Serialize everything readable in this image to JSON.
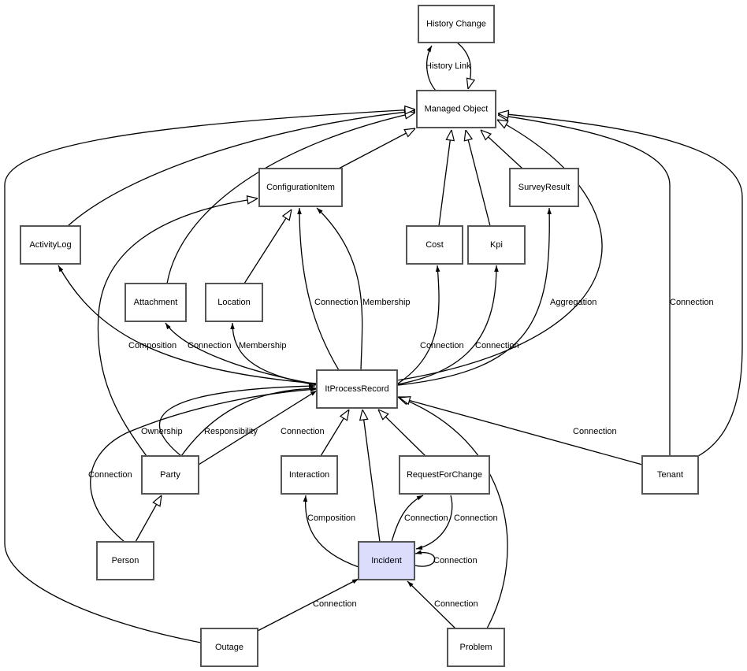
{
  "diagram": {
    "title": "",
    "colors": {
      "node_fill": "#ffffff",
      "highlight_fill": "#dcdcfc",
      "node_border": "#555555",
      "edge": "#000000"
    },
    "nodes": [
      {
        "id": "history_change",
        "label": "History Change",
        "highlight": false
      },
      {
        "id": "managed_object",
        "label": "Managed Object",
        "highlight": false
      },
      {
        "id": "configuration_item",
        "label": "ConfigurationItem",
        "highlight": false
      },
      {
        "id": "survey_result",
        "label": "SurveyResult",
        "highlight": false
      },
      {
        "id": "activity_log",
        "label": "ActivityLog",
        "highlight": false
      },
      {
        "id": "cost",
        "label": "Cost",
        "highlight": false
      },
      {
        "id": "kpi",
        "label": "Kpi",
        "highlight": false
      },
      {
        "id": "attachment",
        "label": "Attachment",
        "highlight": false
      },
      {
        "id": "location",
        "label": "Location",
        "highlight": false
      },
      {
        "id": "it_process_record",
        "label": "ItProcessRecord",
        "highlight": false
      },
      {
        "id": "party",
        "label": "Party",
        "highlight": false
      },
      {
        "id": "interaction",
        "label": "Interaction",
        "highlight": false
      },
      {
        "id": "request_for_change",
        "label": "RequestForChange",
        "highlight": false
      },
      {
        "id": "tenant",
        "label": "Tenant",
        "highlight": false
      },
      {
        "id": "person",
        "label": "Person",
        "highlight": false
      },
      {
        "id": "incident",
        "label": "Incident",
        "highlight": true
      },
      {
        "id": "outage",
        "label": "Outage",
        "highlight": false
      },
      {
        "id": "problem",
        "label": "Problem",
        "highlight": false
      }
    ],
    "edges": [
      {
        "from": "managed_object",
        "to": "history_change",
        "label": "History Link",
        "arrow": "filled"
      },
      {
        "from": "history_change",
        "to": "managed_object",
        "label": "",
        "arrow": "hollow"
      },
      {
        "from": "configuration_item",
        "to": "managed_object",
        "label": "",
        "arrow": "hollow"
      },
      {
        "from": "cost",
        "to": "managed_object",
        "label": "",
        "arrow": "hollow"
      },
      {
        "from": "kpi",
        "to": "managed_object",
        "label": "",
        "arrow": "hollow"
      },
      {
        "from": "survey_result",
        "to": "managed_object",
        "label": "",
        "arrow": "hollow"
      },
      {
        "from": "activity_log",
        "to": "managed_object",
        "label": "",
        "arrow": "hollow"
      },
      {
        "from": "attachment",
        "to": "managed_object",
        "label": "",
        "arrow": "hollow"
      },
      {
        "from": "it_process_record",
        "to": "managed_object",
        "label": "",
        "arrow": "hollow"
      },
      {
        "from": "outage",
        "to": "managed_object",
        "label": "",
        "arrow": "hollow"
      },
      {
        "from": "tenant",
        "to": "managed_object",
        "label": "",
        "arrow": "hollow"
      },
      {
        "from": "tenant",
        "to": "managed_object",
        "label": "",
        "arrow": "hollow"
      },
      {
        "from": "location",
        "to": "configuration_item",
        "label": "",
        "arrow": "hollow"
      },
      {
        "from": "party",
        "to": "configuration_item",
        "label": "",
        "arrow": "hollow"
      },
      {
        "from": "it_process_record",
        "to": "configuration_item",
        "label": "Connection",
        "arrow": "filled"
      },
      {
        "from": "it_process_record",
        "to": "configuration_item",
        "label": "Membership",
        "arrow": "filled"
      },
      {
        "from": "it_process_record",
        "to": "activity_log",
        "label": "Composition",
        "arrow": "filled"
      },
      {
        "from": "it_process_record",
        "to": "attachment",
        "label": "Connection",
        "arrow": "filled"
      },
      {
        "from": "it_process_record",
        "to": "location",
        "label": "Membership",
        "arrow": "filled"
      },
      {
        "from": "it_process_record",
        "to": "cost",
        "label": "Connection",
        "arrow": "filled"
      },
      {
        "from": "it_process_record",
        "to": "kpi",
        "label": "Connection",
        "arrow": "filled"
      },
      {
        "from": "it_process_record",
        "to": "survey_result",
        "label": "Aggregation",
        "arrow": "filled"
      },
      {
        "from": "tenant",
        "to": "managed_object",
        "label": "Connection",
        "arrow": "hollow"
      },
      {
        "from": "party",
        "to": "it_process_record",
        "label": "Ownership",
        "arrow": "filled"
      },
      {
        "from": "party",
        "to": "it_process_record",
        "label": "Responsibility",
        "arrow": "filled"
      },
      {
        "from": "party",
        "to": "it_process_record",
        "label": "Connection",
        "arrow": "filled"
      },
      {
        "from": "person",
        "to": "it_process_record",
        "label": "Connection",
        "arrow": "filled"
      },
      {
        "from": "person",
        "to": "party",
        "label": "",
        "arrow": "hollow"
      },
      {
        "from": "interaction",
        "to": "it_process_record",
        "label": "",
        "arrow": "hollow"
      },
      {
        "from": "incident",
        "to": "it_process_record",
        "label": "",
        "arrow": "hollow"
      },
      {
        "from": "request_for_change",
        "to": "it_process_record",
        "label": "",
        "arrow": "hollow"
      },
      {
        "from": "problem",
        "to": "it_process_record",
        "label": "",
        "arrow": "hollow"
      },
      {
        "from": "tenant",
        "to": "it_process_record",
        "label": "Connection",
        "arrow": "hollow"
      },
      {
        "from": "incident",
        "to": "interaction",
        "label": "Composition",
        "arrow": "filled"
      },
      {
        "from": "incident",
        "to": "request_for_change",
        "label": "Connection",
        "arrow": "filled"
      },
      {
        "from": "request_for_change",
        "to": "incident",
        "label": "Connection",
        "arrow": "filled"
      },
      {
        "from": "incident",
        "to": "incident",
        "label": "Connection",
        "arrow": "filled"
      },
      {
        "from": "outage",
        "to": "incident",
        "label": "Connection",
        "arrow": "filled"
      },
      {
        "from": "problem",
        "to": "incident",
        "label": "Connection",
        "arrow": "filled"
      }
    ]
  }
}
